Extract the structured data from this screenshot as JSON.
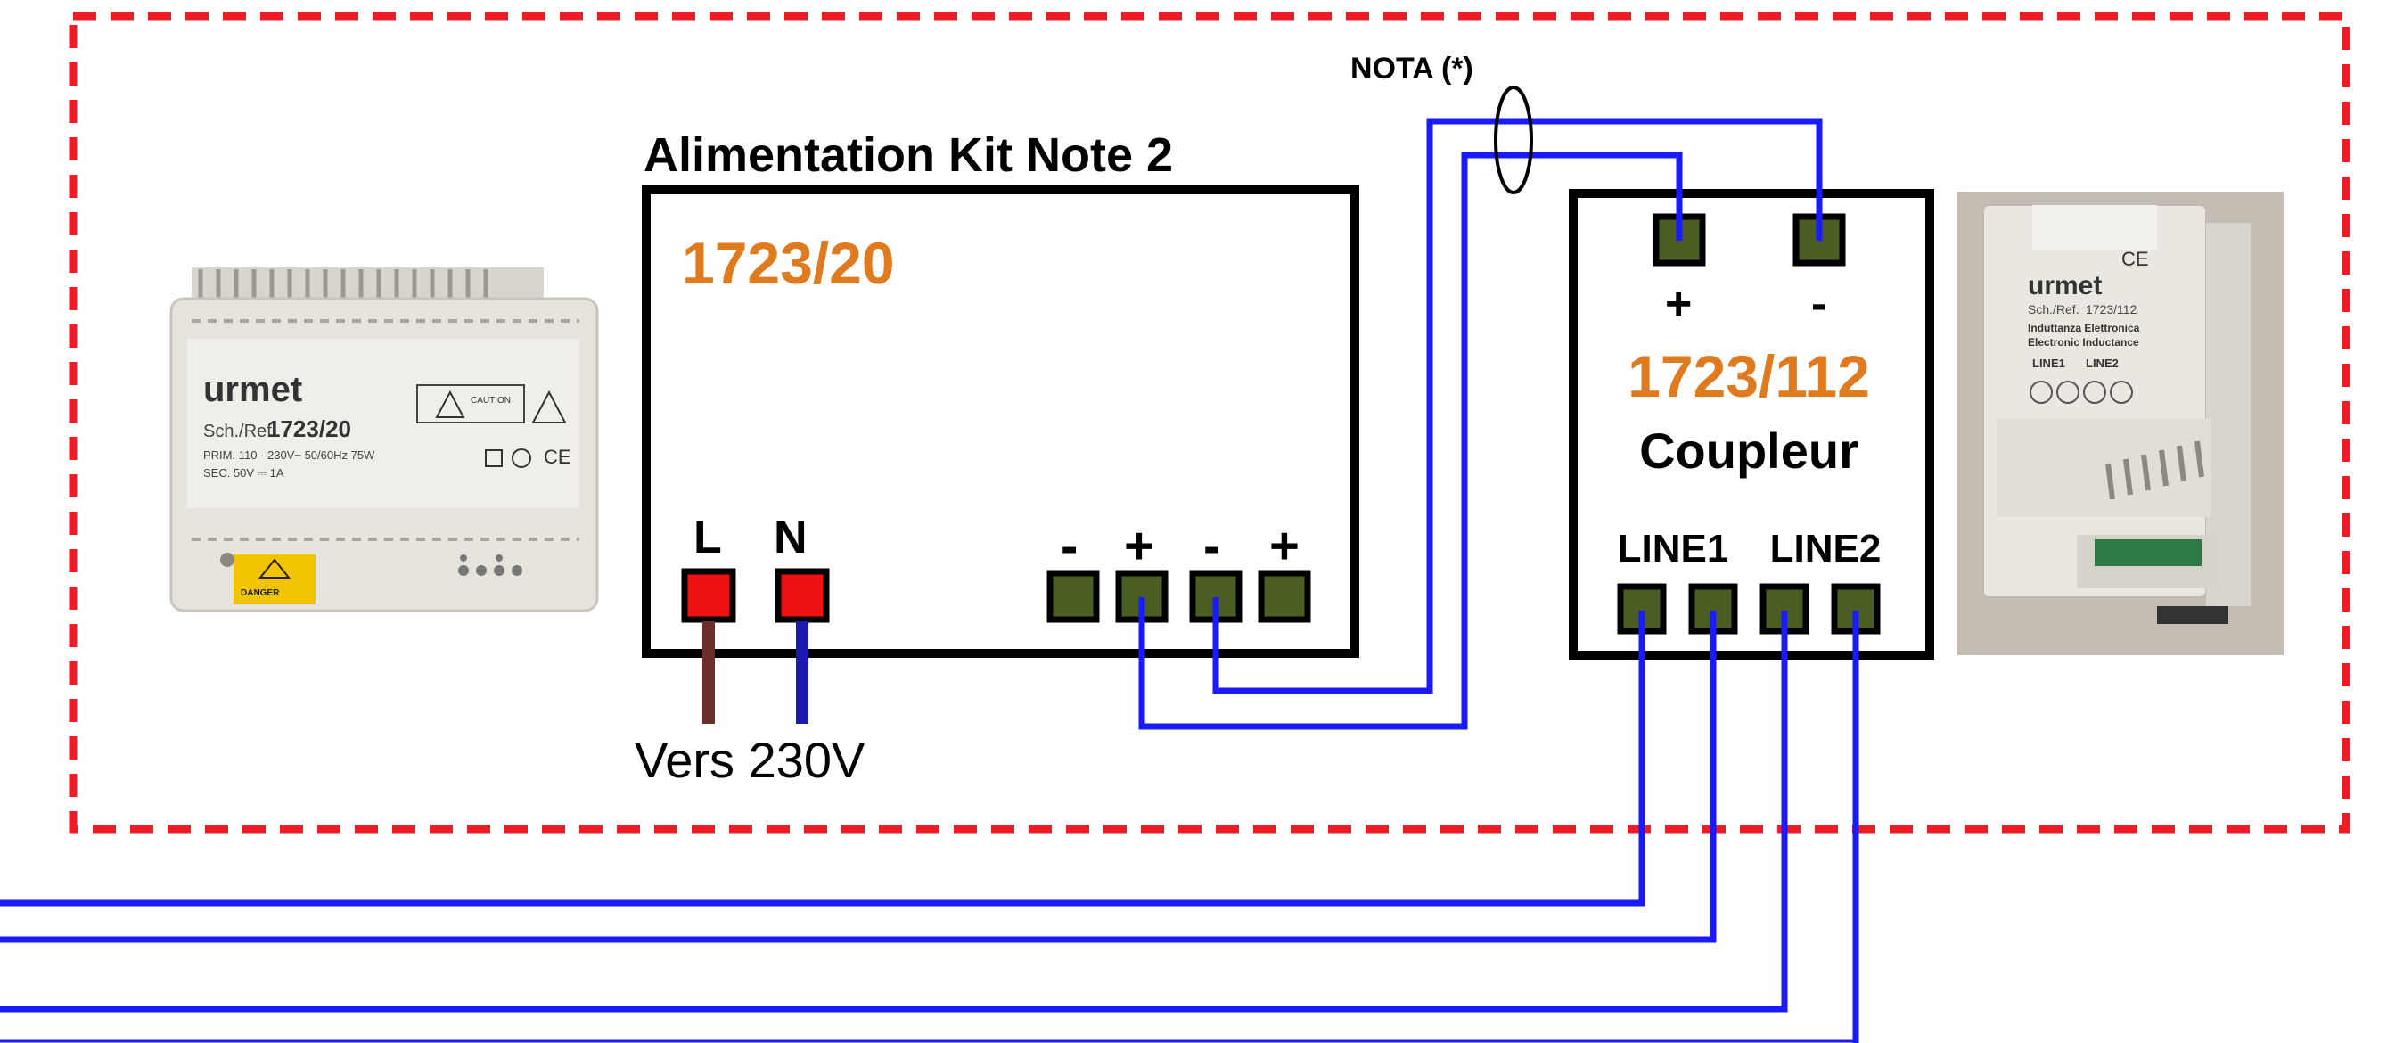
{
  "nota_label": "NOTA (*)",
  "power_supply": {
    "title": "Alimentation Kit Note 2",
    "model": "1723/20",
    "input_labels": [
      "L",
      "N"
    ],
    "output_labels": [
      "-",
      "+",
      "-",
      "+"
    ],
    "mains_label": "Vers 230V"
  },
  "coupler": {
    "model": "1723/112",
    "name": "Coupleur",
    "input_labels": [
      "+",
      "-"
    ],
    "line_labels": [
      "LINE1",
      "LINE2"
    ]
  },
  "photo_power_supply": {
    "brand": "urmet",
    "ref_prefix": "Sch./Ref.",
    "ref": "1723/20",
    "caution": "CAUTION",
    "prim": "PRIM. 110 - 230V~ 50/60Hz 75W",
    "sec": "SEC. 50V ⎓ 1A",
    "danger": "DANGER",
    "marks": "CE"
  },
  "photo_coupler": {
    "brand": "urmet",
    "ref_prefix": "Sch./Ref.",
    "ref": "1723/112",
    "line1": "Induttanza Elettronica",
    "line2": "Electronic Inductance",
    "terminals": [
      "LINE1",
      "LINE2"
    ],
    "marks": "CE"
  },
  "colors": {
    "boundary": "#ee1c24",
    "wire": "#1a1aff",
    "wire_dark": "#1a1ab0",
    "model_text": "#e07a1f",
    "terminal_green": "#4a5e23",
    "terminal_red": "#ee1111",
    "wire_brown": "#6b2e2a"
  }
}
